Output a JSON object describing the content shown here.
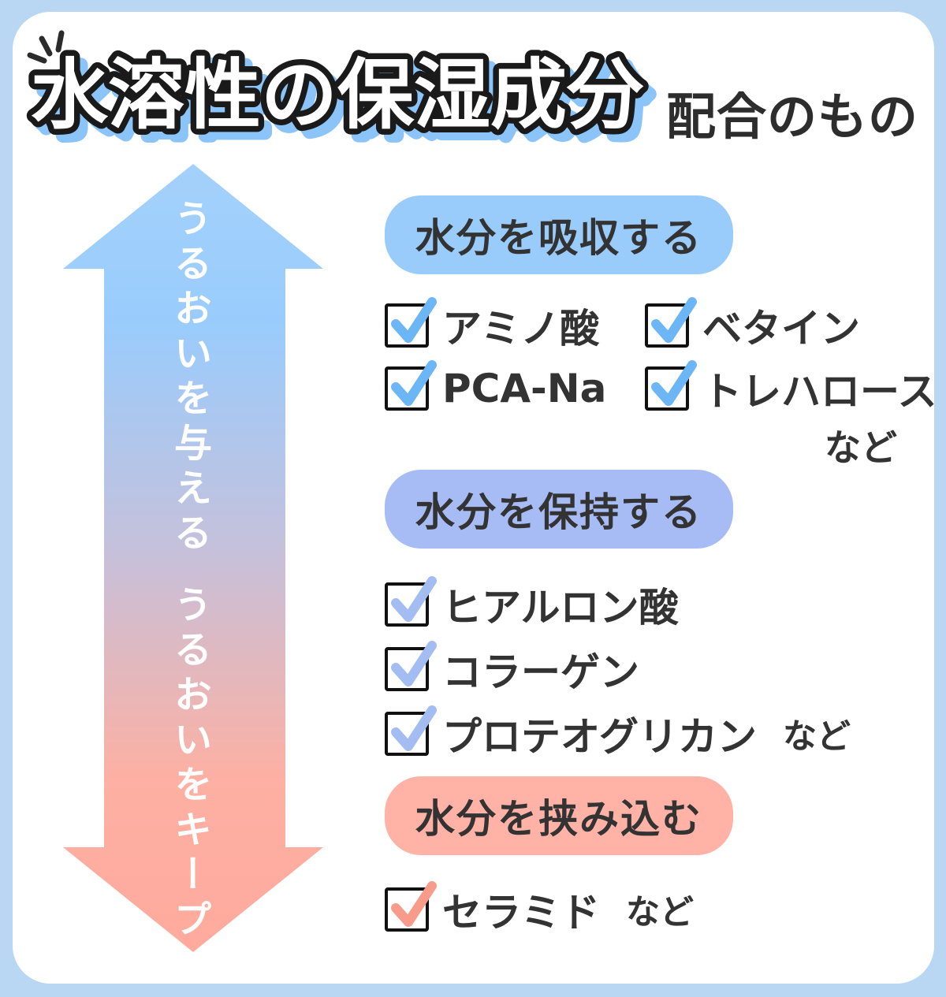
{
  "page": {
    "background": "#b9d6f3",
    "card_background": "#ffffff"
  },
  "title": {
    "main": "水溶性の保湿成分",
    "suffix": "配合のもの",
    "fill_color": "#ffffff",
    "outline_color": "#1a1a1a",
    "shadow_color": "#8ac4f8",
    "suffix_color": "#2d2d2d"
  },
  "arrow": {
    "label_give": "うるおいを与える",
    "label_keep": "うるおいをキープ",
    "text_color": "#ffffff",
    "gradient_stops": [
      "#a4d1fb",
      "#99ccfd",
      "#c4c1dc",
      "#fdb0a3",
      "#ffaa9d"
    ]
  },
  "sections": [
    {
      "heading": "水分を吸収する",
      "pill_color": "#99cbfb",
      "check_color": "#6db6f6",
      "items": [
        "アミノ酸",
        "ベタイン",
        "PCA-Na",
        "トレハロース"
      ],
      "etc": "など"
    },
    {
      "heading": "水分を保持する",
      "pill_color": "#a7bcf4",
      "check_color": "#a3bcf2",
      "items": [
        "ヒアルロン酸",
        "コラーゲン",
        "プロテオグリカン"
      ],
      "etc": "など"
    },
    {
      "heading": "水分を挟み込む",
      "pill_color": "#ffb2a5",
      "check_color": "#f89b8b",
      "items": [
        "セラミド"
      ],
      "etc": "など"
    }
  ]
}
